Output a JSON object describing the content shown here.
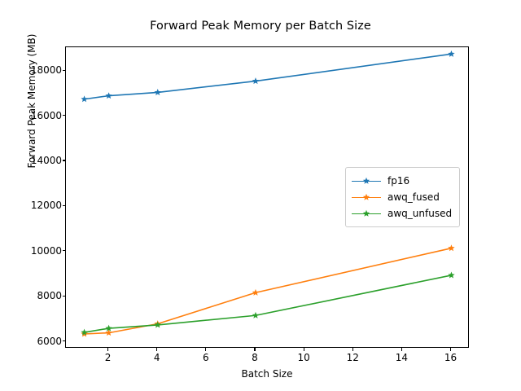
{
  "chart_data": {
    "type": "line",
    "title": "Forward Peak Memory per Batch Size",
    "xlabel": "Batch Size",
    "ylabel": "Forward Peak Memory (MB)",
    "x": [
      1,
      2,
      4,
      8,
      16
    ],
    "xlim": [
      0.25,
      16.75
    ],
    "ylim": [
      5700,
      19050
    ],
    "xticks": [
      2,
      4,
      6,
      8,
      10,
      12,
      14,
      16
    ],
    "xticklabels": [
      "2",
      "4",
      "6",
      "8",
      "10",
      "12",
      "14",
      "16"
    ],
    "yticks": [
      6000,
      8000,
      10000,
      12000,
      14000,
      16000,
      18000
    ],
    "yticklabels": [
      "6000",
      "8000",
      "10000",
      "12000",
      "14000",
      "16000",
      "18000"
    ],
    "grid": false,
    "legend_position": "center right",
    "marker": "star",
    "series": [
      {
        "name": "fp16",
        "color": "#1f77b4",
        "values": [
          16750,
          16900,
          17050,
          17550,
          18750
        ]
      },
      {
        "name": "awq_fused",
        "color": "#ff7f0e",
        "values": [
          6350,
          6400,
          6800,
          8180,
          10150
        ]
      },
      {
        "name": "awq_unfused",
        "color": "#2ca02c",
        "values": [
          6420,
          6600,
          6750,
          7170,
          8950
        ]
      }
    ]
  }
}
